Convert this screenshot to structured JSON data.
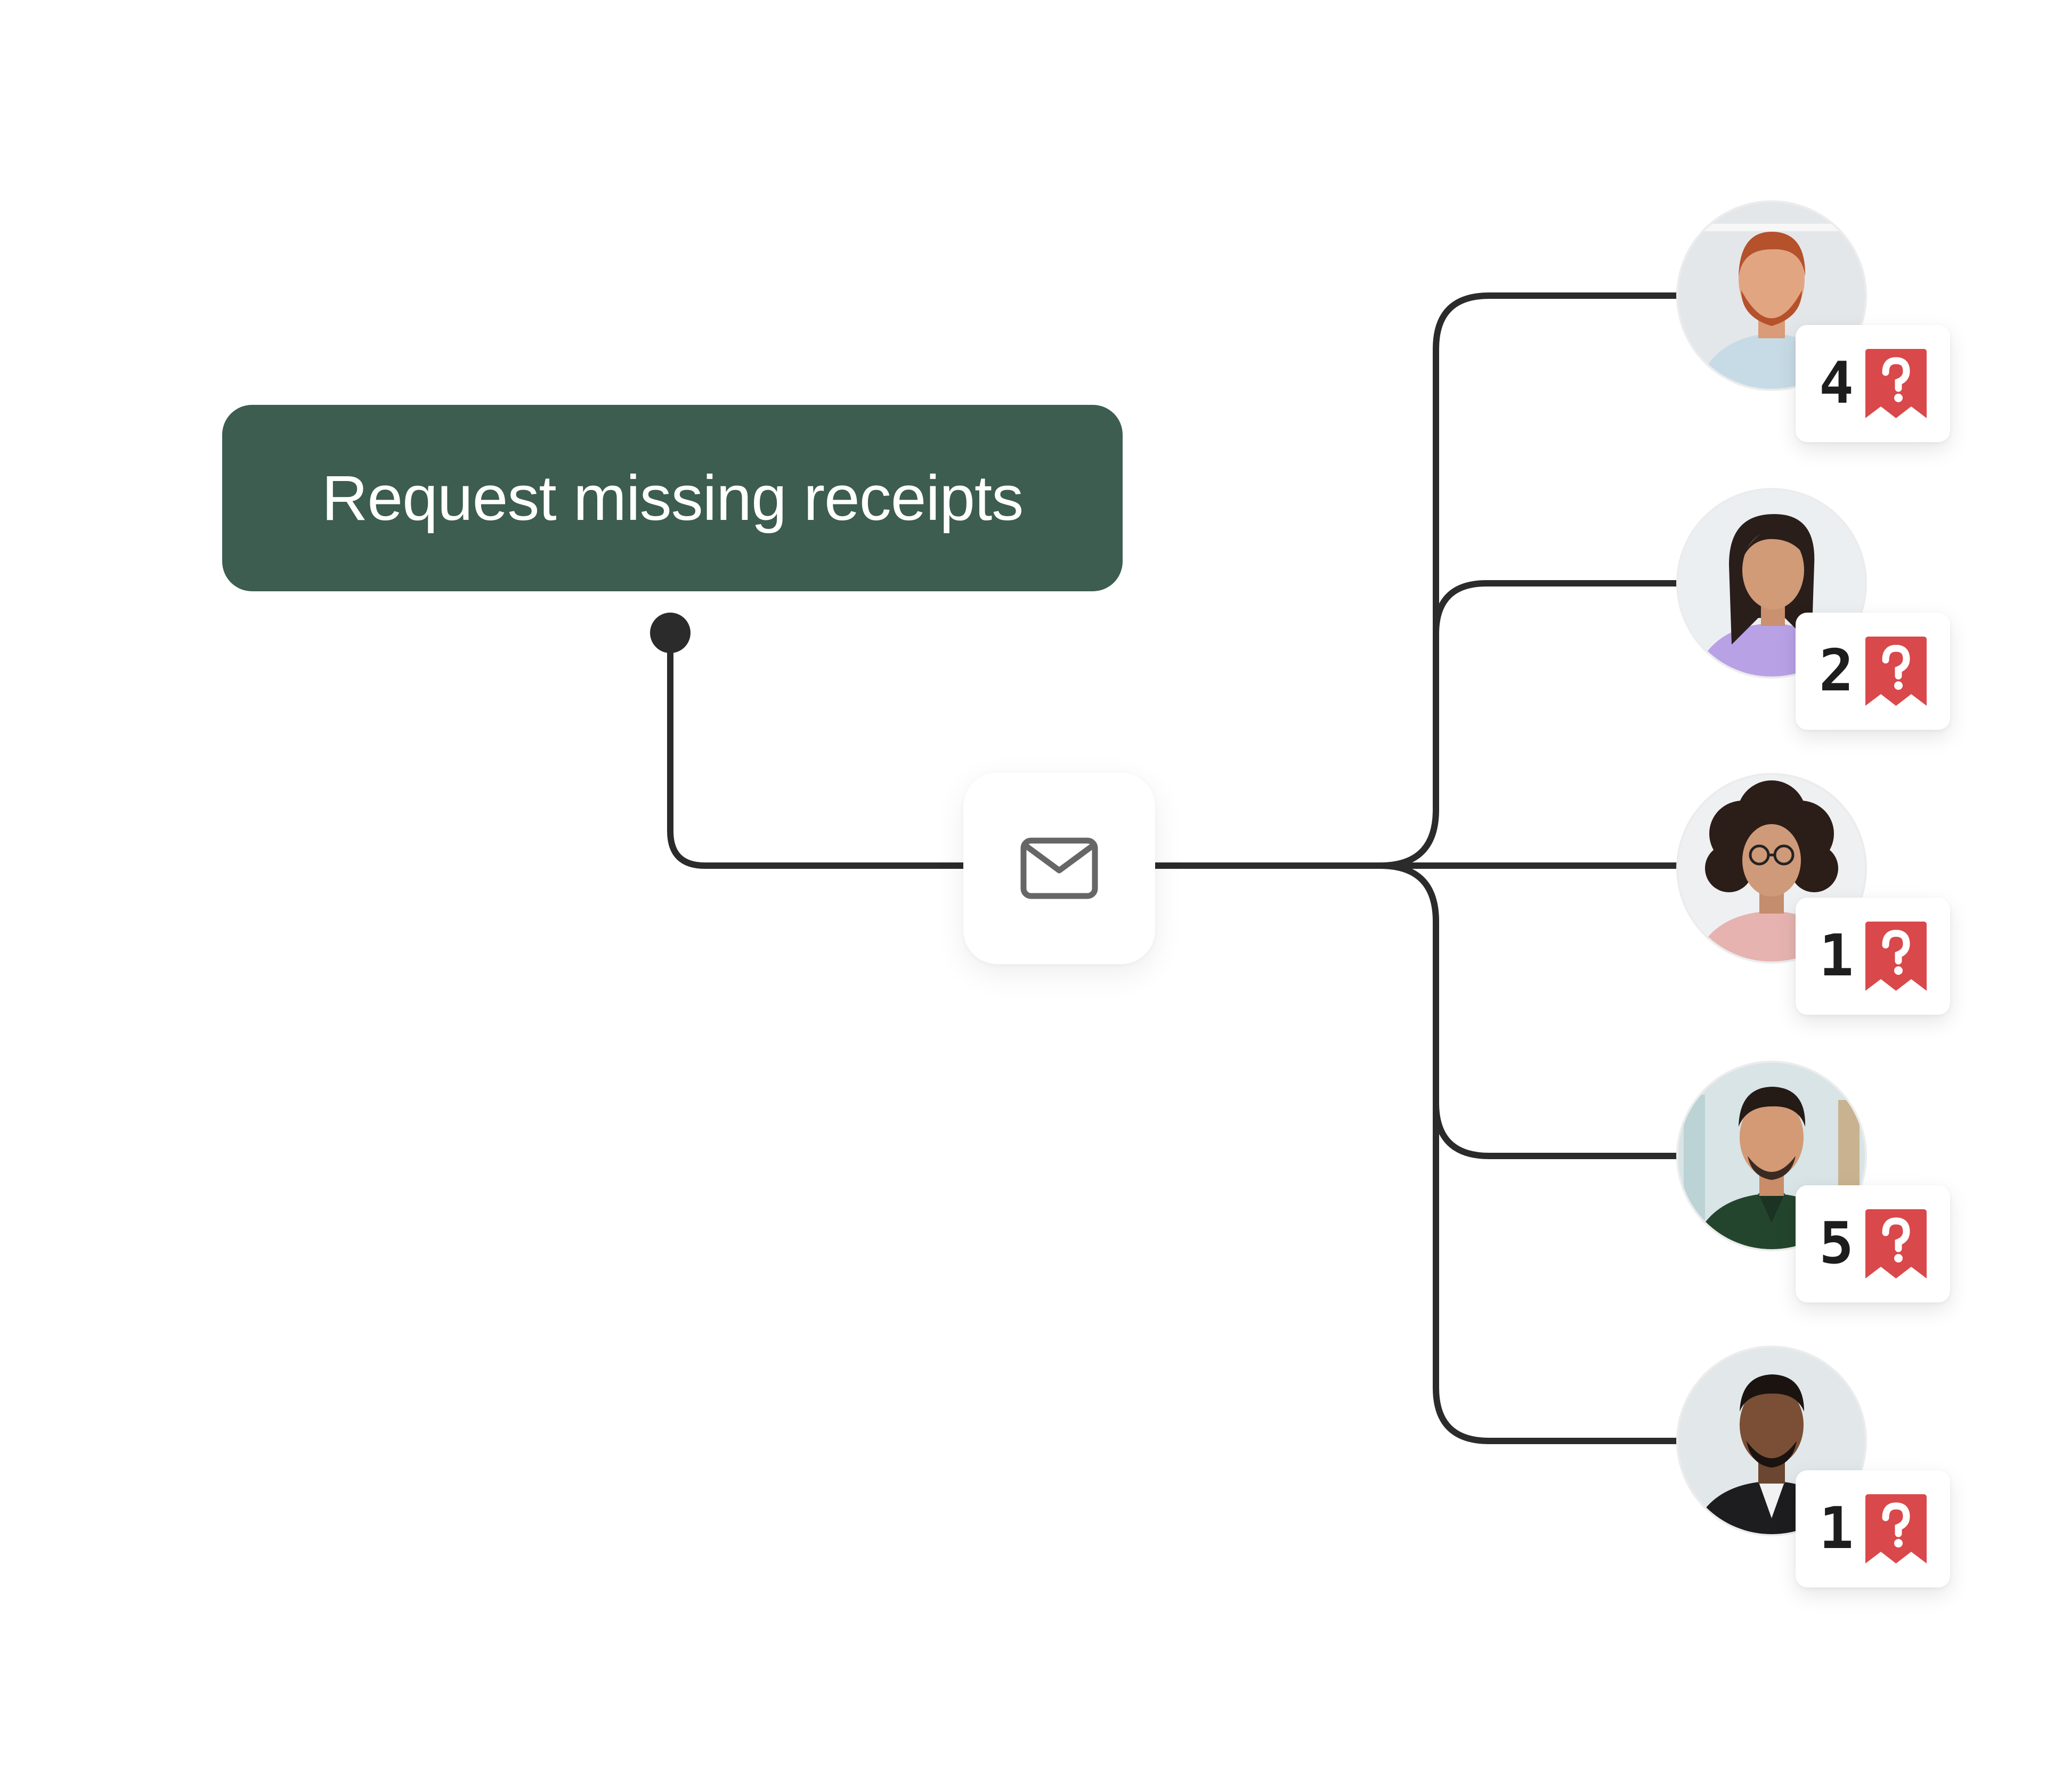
{
  "action": {
    "label": "Request missing receipts"
  },
  "icons": {
    "channel": "mail-icon",
    "receipt": "missing-receipt-icon"
  },
  "colors": {
    "action_bg": "#3c5d4f",
    "action_text": "#ffffff",
    "connector": "#2b2b2b",
    "receipt_badge": "#d9484a"
  },
  "recipients": [
    {
      "missing_receipts": "4"
    },
    {
      "missing_receipts": "2"
    },
    {
      "missing_receipts": "1"
    },
    {
      "missing_receipts": "5"
    },
    {
      "missing_receipts": "1"
    }
  ]
}
